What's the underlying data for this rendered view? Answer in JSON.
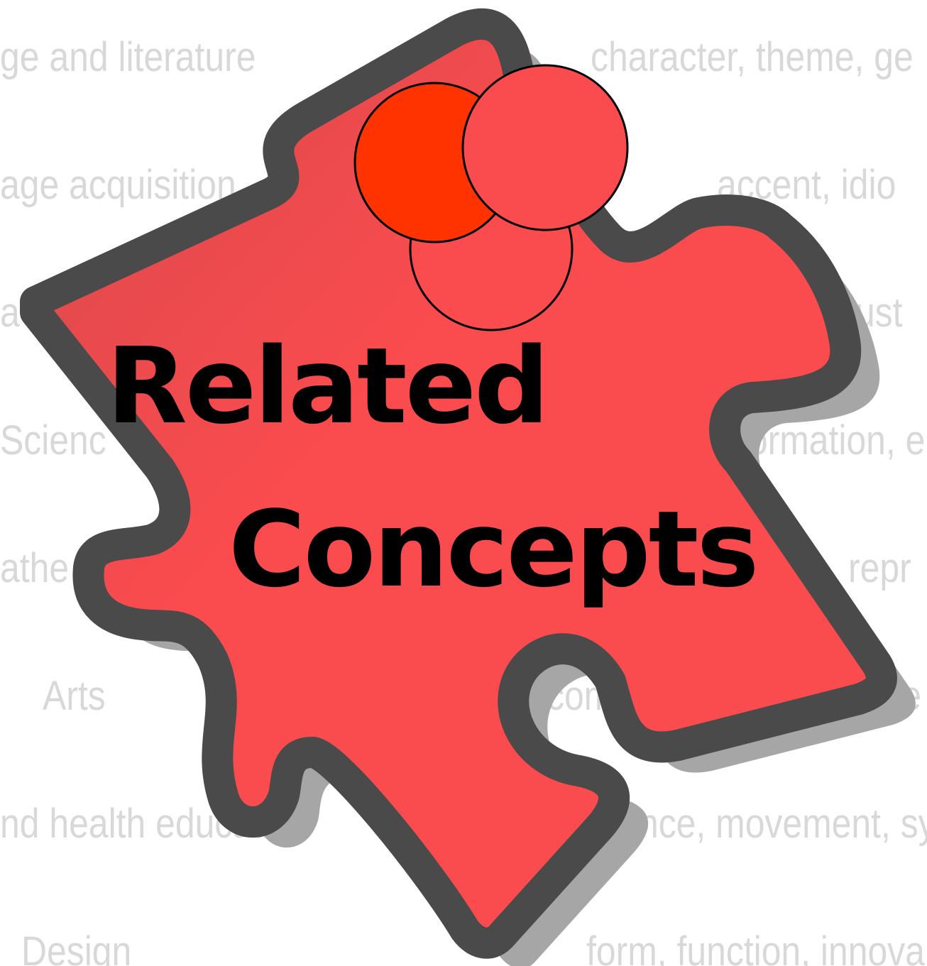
{
  "title": {
    "line1": "Related",
    "line2": "Concepts"
  },
  "background_rows": {
    "left": [
      "ge and literature",
      "age acquisition",
      "a",
      "Scienc",
      "athe",
      "Arts",
      "nd health education",
      "Design"
    ],
    "right": [
      "character, theme, ge",
      "accent, idio",
      "sust",
      "formation, e",
      "repr",
      "compo",
      "role",
      "nce, movement, sy",
      "form, function, innova"
    ]
  },
  "colors": {
    "piece_fill": "#fa4b4e",
    "piece_outline": "#4a4a4a",
    "shadow": "#a6a6a6",
    "pin_dark": "#ff3300",
    "pin_light": "#fa4b4e",
    "title_text": "#000000",
    "background_text": "#d8d8d8"
  },
  "icons": [
    "puzzle-piece-icon",
    "push-pin-icon"
  ]
}
